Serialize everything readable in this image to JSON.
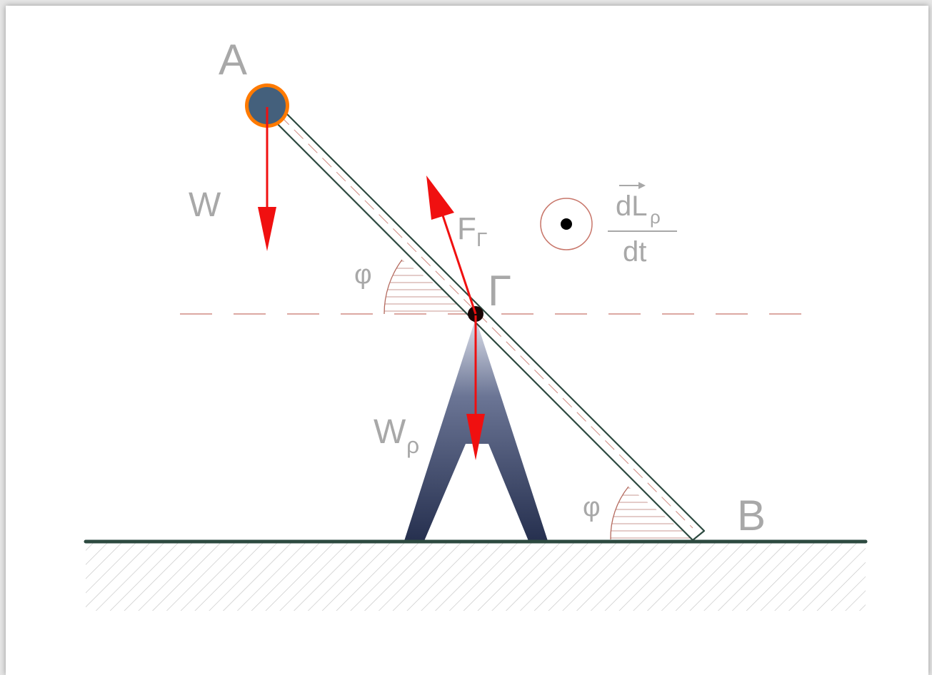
{
  "labels": {
    "point_a": "A",
    "point_b": "B",
    "pivot": "Γ",
    "weight_ball": "W",
    "weight_rod": "W",
    "weight_rod_sub": "ρ",
    "pivot_force": "F",
    "pivot_force_sub": "Γ",
    "angle_top": "φ",
    "angle_bottom": "φ",
    "dl_main": "dL",
    "dl_sub": "ρ",
    "dt": "dt"
  },
  "colors": {
    "force_arrow": "#f01010",
    "rod_outline": "#2d4a40",
    "ground": "#2d4a40",
    "ball_fill": "#44607c",
    "ball_ring": "#ff7a00",
    "dashed_line": "#c8766a",
    "angle_marks": "#b46a5e",
    "support_dark": "#26304f",
    "label_gray": "#a8a8a8"
  }
}
